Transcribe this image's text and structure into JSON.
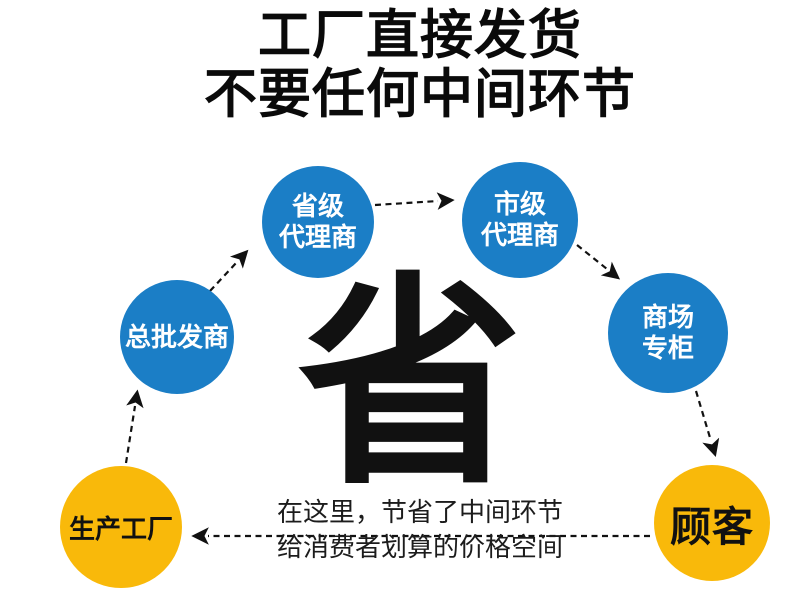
{
  "title": {
    "line1": "工厂直接发货",
    "line2": "不要任何中间环节"
  },
  "center_character": "省",
  "nodes": {
    "factory": {
      "label": "生产工厂"
    },
    "wholesaler": {
      "label": "总批发商"
    },
    "provincial_agent": {
      "line1": "省级",
      "line2": "代理商"
    },
    "city_agent": {
      "line1": "市级",
      "line2": "代理商"
    },
    "mall_counter": {
      "line1": "商场",
      "line2": "专柜"
    },
    "customer": {
      "label": "顾客"
    }
  },
  "caption": {
    "line1": "在这里，节省了中间环节",
    "line2": "给消费者划算的价格空间"
  },
  "colors": {
    "node_blue": "#1b7ec6",
    "node_yellow": "#f9b90a",
    "arrow_black": "#111111"
  }
}
